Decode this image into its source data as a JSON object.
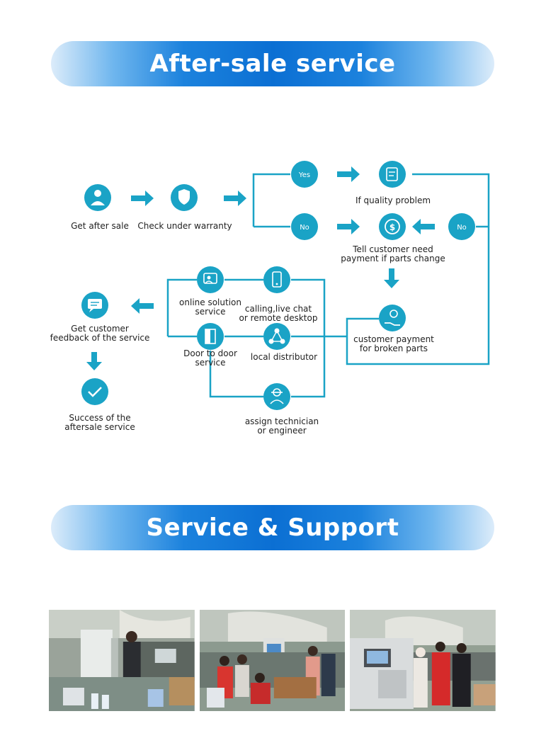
{
  "banners": {
    "after_sale": "After-sale service",
    "service_support": "Service & Support"
  },
  "nodes": {
    "yes": "Yes",
    "no_left": "No",
    "no_right": "No"
  },
  "labels": {
    "get_after_sale": "Get after sale",
    "check_warranty": "Check under warranty",
    "quality_problem": "If quality problem",
    "tell_customer_1": "Tell customer need",
    "tell_customer_2": "payment if parts change",
    "customer_payment_1": "customer payment",
    "customer_payment_2": "for broken parts",
    "online_solution_1": "online solution",
    "online_solution_2": "service",
    "calling_1": "calling,live chat",
    "calling_2": "or remote desktop",
    "door_1": "Door  to door",
    "door_2": "service",
    "local_distributor": "local distributor",
    "assign_1": "assign technician",
    "assign_2": "or engineer",
    "feedback_1": "Get customer",
    "feedback_2": "feedback of the service",
    "success_1": "Success of the",
    "success_2": "aftersale service"
  },
  "colors": {
    "accent": "#1aa3c6",
    "arrow": "#1aa3c6",
    "line": "#1aa3c6",
    "banner_blue": "#0b6fd3"
  }
}
